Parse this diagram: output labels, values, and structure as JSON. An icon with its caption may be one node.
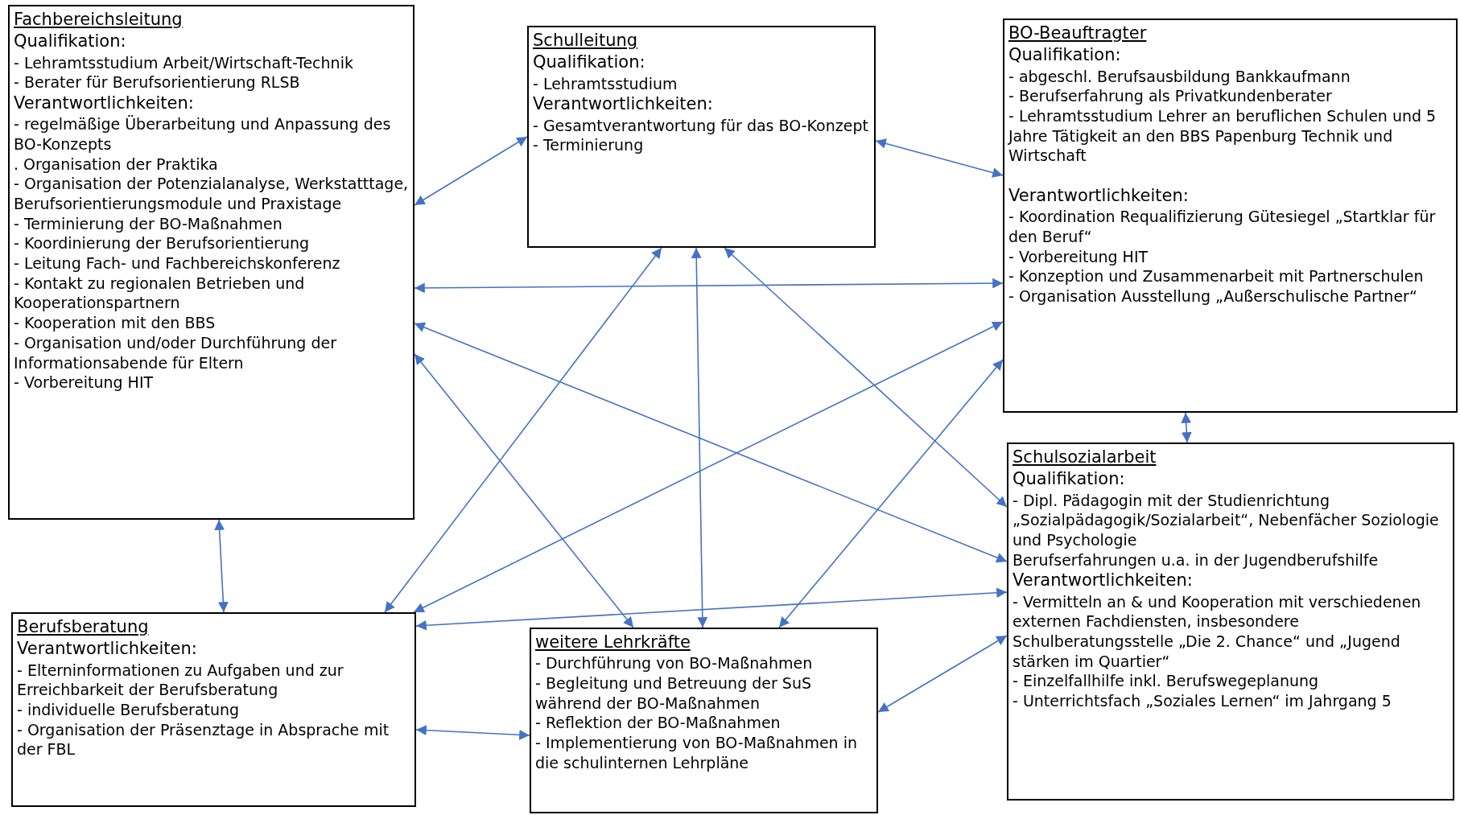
{
  "diagram": {
    "nodes": [
      {
        "text": [
          "Fachbereichsleitung",
          "Qualifikation:",
          "- Lehramtsstudium Arbeit/Wirtschaft-Technik",
          "- Berater für Berufsorientierung RLSB",
          "Verantwortlichkeiten:",
          "- regelmäßige Überarbeitung und Anpassung des BO-Konzepts",
          ". Organisation der Praktika",
          "- Organisation der Potenzialanalyse, Werkstatttage, Berufsorientierungsmodule und Praxistage",
          "- Terminierung der BO-Maßnahmen",
          "- Koordinierung der Berufsorientierung",
          "- Leitung Fach- und Fachbereichskonferenz",
          "- Kontakt zu regionalen Betrieben und Kooperationspartnern",
          "- Kooperation mit den BBS",
          "- Organisation und/oder Durchführung der Informationsabende für Eltern",
          "- Vorbereitung HIT"
        ]
      },
      {
        "text": [
          "Schulleitung",
          "Qualifikation:",
          "- Lehramtsstudium",
          "Verantwortlichkeiten:",
          "- Gesamtverantwortung für das BO-Konzept",
          "- Terminierung"
        ]
      },
      {
        "text": [
          "BO-Beauftragter",
          "Qualifikation:",
          "- abgeschl. Berufsausbildung Bankkaufmann",
          "- Berufserfahrung als Privatkundenberater",
          "- Lehramtsstudium Lehrer an beruflichen Schulen und 5 Jahre Tätigkeit an den BBS Papenburg Technik und Wirtschaft",
          "Verantwortlichkeiten:",
          "- Koordination Requalifizierung Gütesiegel „Startklar für den Beruf“",
          "- Vorbereitung HIT",
          "- Konzeption und Zusammenarbeit mit Partnerschulen",
          "- Organisation Ausstellung „Außerschulische Partner“"
        ]
      },
      {
        "text": [
          "Schulsozialarbeit",
          "Qualifikation:",
          "- Dipl. Pädagogin mit der Studienrichtung „Sozialpädagogik/Sozialarbeit“, Nebenfächer Soziologie und Psychologie",
          "Berufserfahrungen u.a. in der Jugendberufshilfe",
          "Verantwortlichkeiten:",
          "- Vermitteln an & und Kooperation mit verschiedenen externen Fachdiensten, insbesondere Schulberatungsstelle „Die 2. Chance“ und „Jugend stärken im Quartier“",
          "- Einzelfallhilfe inkl. Berufswegeplanung",
          "- Unterrichtsfach „Soziales Lernen“ im Jahrgang 5"
        ]
      },
      {
        "text": [
          "Berufsberatung",
          "Verantwortlichkeiten:",
          "- Elterninformationen zu Aufgaben und zur Erreichbarkeit der Berufsberatung",
          "- individuelle Berufsberatung",
          "- Organisation der Präsenztage in Absprache mit der FBL"
        ]
      },
      {
        "text": [
          "weitere Lehrkräfte",
          "- Durchführung von BO-Maßnahmen",
          "- Begleitung und Betreuung der SuS während der BO-Maßnahmen",
          "- Reflektion der BO-Maßnahmen",
          "- Implementierung von BO-Maßnahmen in die schulinternen Lehrpläne"
        ]
      }
    ],
    "edges": [
      {
        "from": 0,
        "to": 1,
        "arrow": "both"
      },
      {
        "from": 1,
        "to": 2,
        "arrow": "both"
      },
      {
        "from": 0,
        "to": 2,
        "arrow": "both"
      },
      {
        "from": 0,
        "to": 3,
        "arrow": "both"
      },
      {
        "from": 0,
        "to": 5,
        "arrow": "both"
      },
      {
        "from": 0,
        "to": 4,
        "arrow": "both"
      },
      {
        "from": 1,
        "to": 4,
        "arrow": "both"
      },
      {
        "from": 1,
        "to": 5,
        "arrow": "both"
      },
      {
        "from": 1,
        "to": 3,
        "arrow": "both"
      },
      {
        "from": 2,
        "to": 3,
        "arrow": "both"
      },
      {
        "from": 2,
        "to": 4,
        "arrow": "both"
      },
      {
        "from": 2,
        "to": 5,
        "arrow": "both"
      },
      {
        "from": 3,
        "to": 4,
        "arrow": "both"
      },
      {
        "from": 3,
        "to": 5,
        "arrow": "both"
      },
      {
        "from": 4,
        "to": 5,
        "arrow": "both"
      }
    ]
  }
}
